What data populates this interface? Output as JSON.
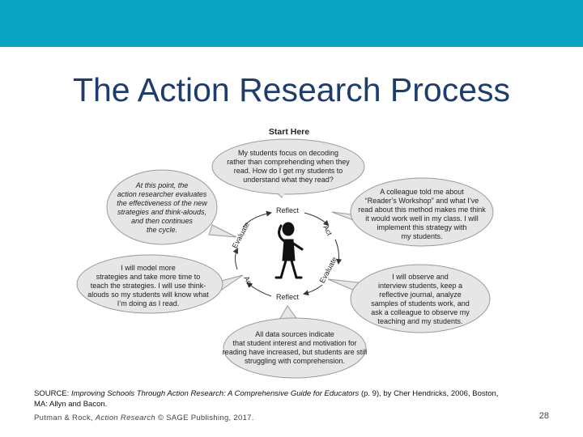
{
  "slide": {
    "title": "The Action Research Process",
    "source_prefix": "SOURCE: ",
    "source_book": "Improving Schools Through Action Research: A Comprehensive Guide for Educators",
    "source_rest": " (p. 9), by Cher Hendricks, 2006, Boston,",
    "source_line2": "MA: Allyn and Bacon.",
    "footer_prefix": "Putman & Rock, ",
    "footer_book": "Action Research",
    "footer_suffix": " © SAGE Publishing, 2017.",
    "page_number": "28"
  },
  "diagram": {
    "start_label": "Start Here",
    "cycle_labels": {
      "reflect_top": "Reflect",
      "act_right": "Act",
      "evaluate_right": "Evaluate",
      "reflect_bottom": "Reflect",
      "act_left": "Act",
      "evaluate_left": "Evaluate"
    },
    "bubbles": {
      "top": [
        "My students focus on decoding",
        "rather than comprehending when they",
        "read. How do I get my students to",
        "understand what they read?"
      ],
      "top_right": [
        "A colleague told me about",
        "“Reader’s Workshop” and what I’ve",
        "read about this method makes me think",
        "it would work well in my class. I will",
        "implement this strategy with",
        "my students."
      ],
      "bottom_right": [
        "I will observe and",
        "interview students, keep a",
        "reflective journal, analyze",
        "samples of students work, and",
        "ask a colleague to observe my",
        "teaching and my students."
      ],
      "bottom": [
        "All data sources indicate",
        "that student interest and motivation for",
        "reading have increased, but students are still",
        "struggling with comprehension."
      ],
      "bottom_left": [
        "I will model more",
        "strategies and take more time to",
        "teach the strategies. I will use think-",
        "alouds so my students will know what",
        "I’m doing as I read."
      ],
      "top_left": [
        "At this point, the",
        "action researcher evaluates",
        "the effectiveness of the new",
        "strategies and think-alouds,",
        "and then continues",
        "the cycle."
      ]
    }
  },
  "colors": {
    "top_bar": "#0aa3c2",
    "title": "#1f3d6b",
    "bubble_fill": "#e6e6e6",
    "bubble_stroke": "#9a9a9a"
  }
}
